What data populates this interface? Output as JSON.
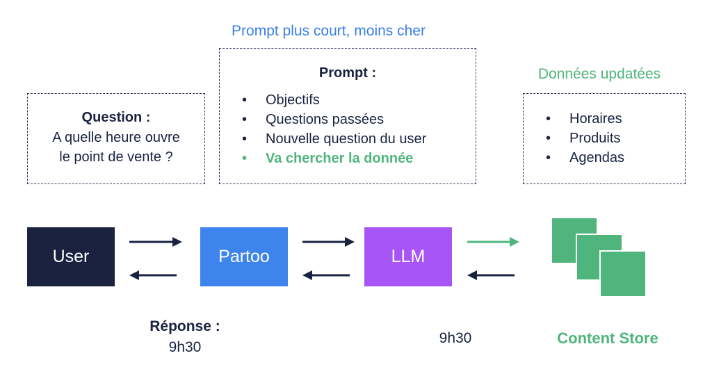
{
  "colors": {
    "navy": "#1a2240",
    "blue_text": "#3a7fe6",
    "green": "#4fb57c",
    "partoo_blue": "#3d84ec",
    "llm_purple": "#a855f7",
    "user_navy": "#1a2240"
  },
  "prompt_caption": "Prompt plus court, moins cher",
  "question_box": {
    "heading": "Question :",
    "line1": "A quelle heure ouvre",
    "line2": "le point de vente ?"
  },
  "prompt_box": {
    "heading": "Prompt :",
    "bullet": "•",
    "items": [
      "Objectifs",
      "Questions passées",
      "Nouvelle question du user",
      "Va chercher la donnée"
    ]
  },
  "data_caption": "Données updatées",
  "data_box": {
    "bullet": "•",
    "items": [
      "Horaires",
      "Produits",
      "Agendas"
    ]
  },
  "nodes": {
    "user": "User",
    "partoo": "Partoo",
    "llm": "LLM"
  },
  "response": {
    "label": "Réponse :",
    "value": "9h30"
  },
  "llm_time": "9h30",
  "store_label": "Content Store"
}
